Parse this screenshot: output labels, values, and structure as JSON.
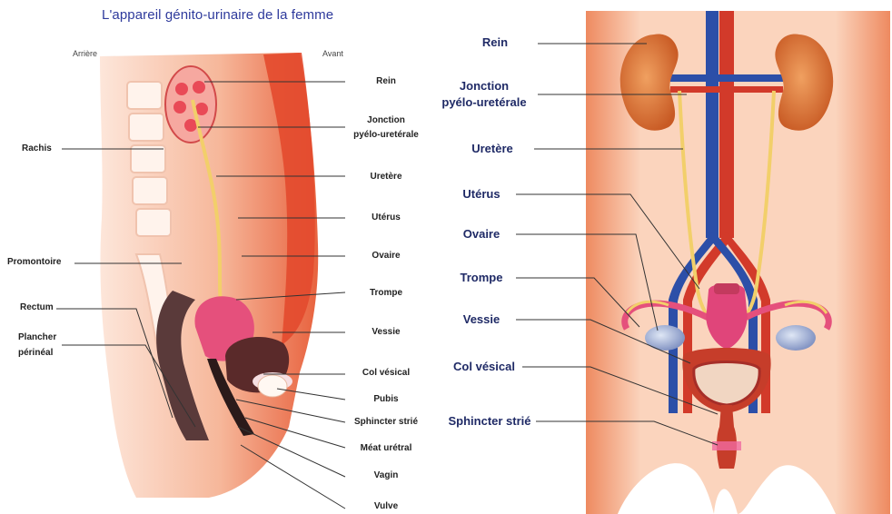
{
  "title": "L'appareil génito-urinaire de la femme",
  "directions": {
    "back": "Arrière",
    "front": "Avant"
  },
  "left_labels": {
    "rachis": "Rachis",
    "promontoire": "Promontoire",
    "rectum": "Rectum",
    "plancher_line1": "Plancher",
    "plancher_line2": "périnéal"
  },
  "middle_labels": {
    "rein": "Rein",
    "jonction_line1": "Jonction",
    "jonction_line2": "pyélo-uretérale",
    "uretere": "Uretère",
    "uterus": "Utérus",
    "ovaire": "Ovaire",
    "trompe": "Trompe",
    "vessie": "Vessie",
    "col_vesical": "Col vésical",
    "pubis": "Pubis",
    "sphincter": "Sphincter strié",
    "meat": "Méat urétral",
    "vagin": "Vagin",
    "vulve": "Vulve"
  },
  "right_labels": {
    "rein": "Rein",
    "jonction_line1": "Jonction",
    "jonction_line2": "pyélo-uretérale",
    "uretere": "Uretère",
    "uterus": "Utérus",
    "ovaire": "Ovaire",
    "trompe": "Trompe",
    "vessie": "Vessie",
    "col_vesical": "Col vésical",
    "sphincter": "Sphincter strié"
  },
  "colors": {
    "title": "#2e3a9c",
    "skin": "#f2b08a",
    "tissue": "#e8553a",
    "kidney": "#d9733c",
    "artery": "#d23a2a",
    "vein": "#2c4fa8",
    "ureter": "#f2cf6a",
    "bladder": "#e0457a",
    "ovary": "#9fb0d6"
  }
}
